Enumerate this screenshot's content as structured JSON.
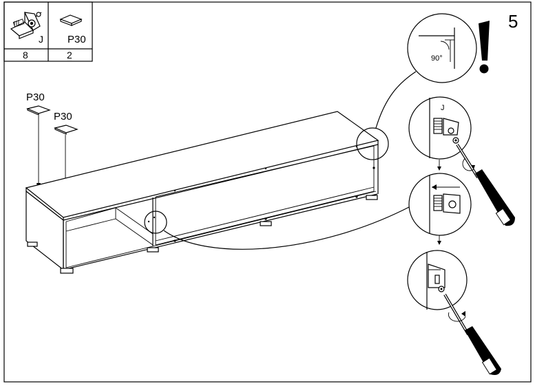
{
  "step": {
    "number": "5"
  },
  "parts_table": {
    "columns": [
      {
        "id": "J",
        "label": "J",
        "qty": "8",
        "icon": "cam-lock-fitting-icon"
      },
      {
        "id": "P30",
        "label": "P30",
        "qty": "2",
        "icon": "pad-icon"
      }
    ]
  },
  "callouts": {
    "pad_a": "P30",
    "pad_b": "P30",
    "angle": "90°",
    "detail_part": "J"
  },
  "warning": {
    "symbol": "!"
  }
}
